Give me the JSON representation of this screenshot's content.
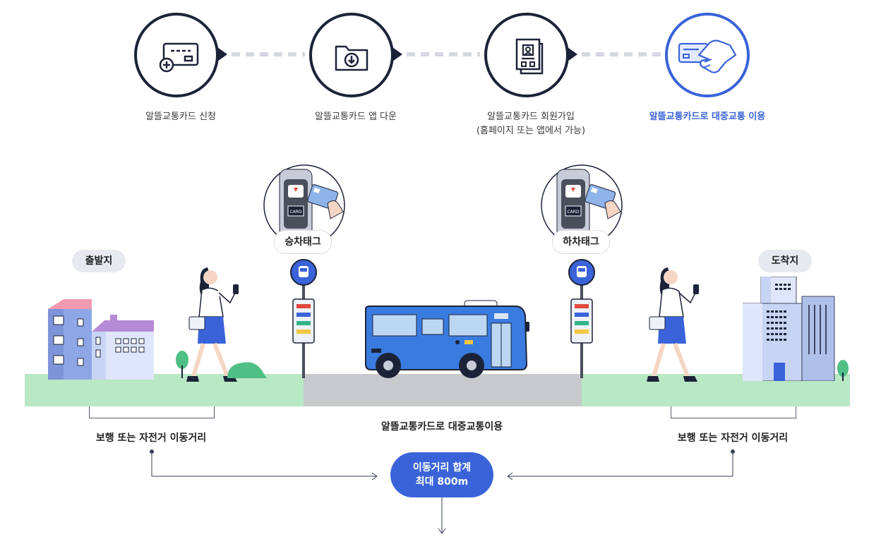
{
  "steps": [
    {
      "label": "알뜰교통카드 신청",
      "icon": "card-add-icon"
    },
    {
      "label": "알뜰교통카드 앱 다운",
      "icon": "download-folder-icon"
    },
    {
      "label_line1": "알뜰교통카드 회원가입",
      "label_line2": "(홈페이지 또는 앱에서 가능)",
      "icon": "membership-document-icon"
    },
    {
      "label": "알뜰교통카드로 대중교통 이용",
      "icon": "card-hand-icon"
    }
  ],
  "scene": {
    "origin_label": "출발지",
    "destination_label": "도착지",
    "board_tag_label": "승차태그",
    "alight_tag_label": "하차태그",
    "card_text": "CARD"
  },
  "distances": {
    "walk_bike_left": "보행 또는 자전거 이동거리",
    "transit": "알뜰교통카드로 대중교통이용",
    "walk_bike_right": "보행 또는 자전거 이동거리"
  },
  "summary": {
    "line1": "이동거리 합계",
    "line2": "최대 800m"
  },
  "colors": {
    "accent": "#3a63d9",
    "dark": "#1c2338",
    "ground": "#b8e8c4",
    "road": "#c7c9cd"
  }
}
